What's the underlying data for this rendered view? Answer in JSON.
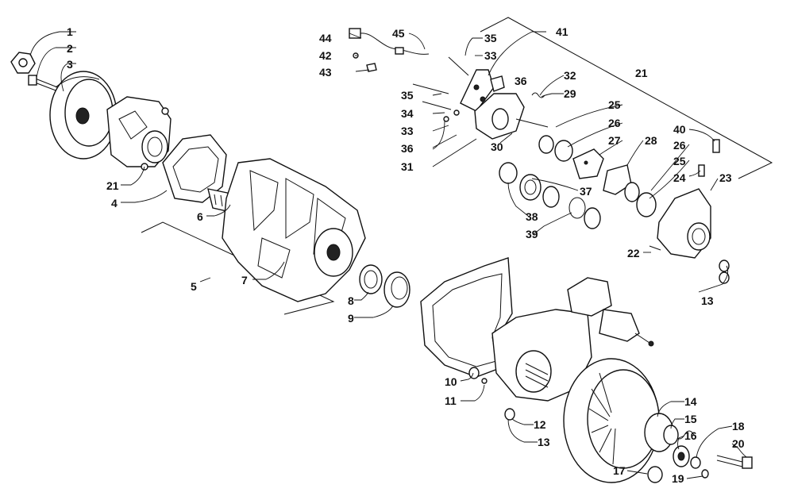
{
  "callouts": {
    "n1": "1",
    "n2": "2",
    "n3": "3",
    "n4": "4",
    "n5": "5",
    "n6": "6",
    "n7": "7",
    "n8": "8",
    "n9": "9",
    "n10": "10",
    "n11": "11",
    "n12": "12",
    "n13a": "13",
    "n13b": "13",
    "n14": "14",
    "n15": "15",
    "n16": "16",
    "n17": "17",
    "n18": "18",
    "n19": "19",
    "n20": "20",
    "n21a": "21",
    "n21b": "21",
    "n22": "22",
    "n23": "23",
    "n24": "24",
    "n25a": "25",
    "n25b": "25",
    "n26a": "26",
    "n26b": "26",
    "n27": "27",
    "n28": "28",
    "n29": "29",
    "n30": "30",
    "n31": "31",
    "n32": "32",
    "n33a": "33",
    "n33b": "33",
    "n34": "34",
    "n35a": "35",
    "n35b": "35",
    "n36a": "36",
    "n36b": "36",
    "n37": "37",
    "n38": "38",
    "n39": "39",
    "n40": "40",
    "n41": "41",
    "n42": "42",
    "n43": "43",
    "n44": "44",
    "n45": "45"
  }
}
